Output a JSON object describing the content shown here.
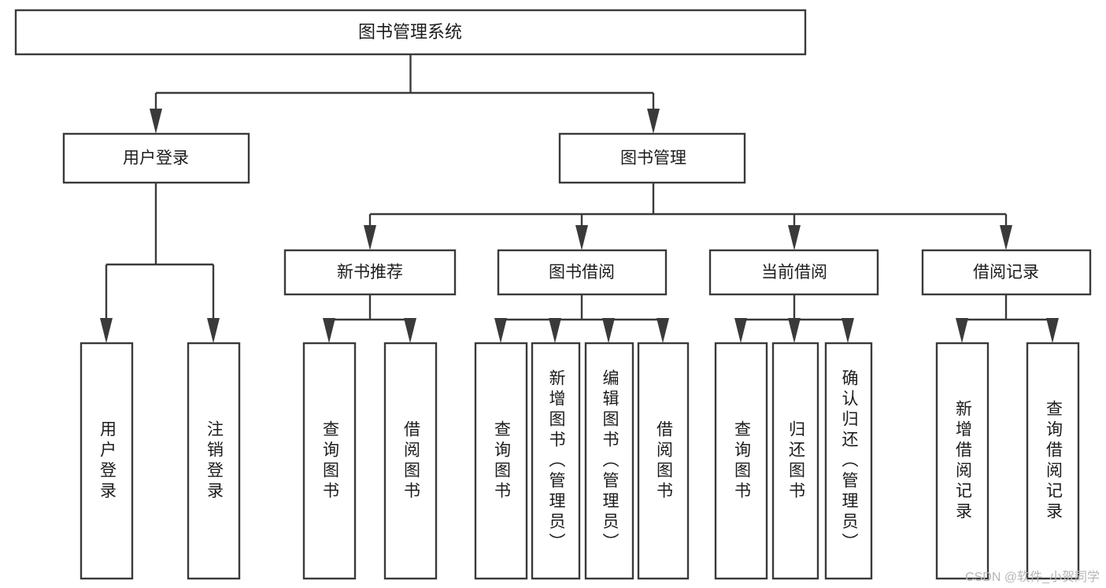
{
  "diagram": {
    "title_node": {
      "label": "图书管理系统"
    },
    "level2": [
      {
        "label": "用户登录"
      },
      {
        "label": "图书管理"
      }
    ],
    "level3": [
      {
        "label": "新书推荐"
      },
      {
        "label": "图书借阅"
      },
      {
        "label": "当前借阅"
      },
      {
        "label": "借阅记录"
      }
    ],
    "leaves": {
      "user_login": [
        {
          "label": "用户登录"
        },
        {
          "label": "注销登录"
        }
      ],
      "new_book": [
        {
          "label": "查询图书"
        },
        {
          "label": "借阅图书"
        }
      ],
      "book_borrow": [
        {
          "label": "查询图书"
        },
        {
          "label": "新增图书（管理员）"
        },
        {
          "label": "编辑图书（管理员）"
        },
        {
          "label": "借阅图书"
        }
      ],
      "current_borrow": [
        {
          "label": "查询图书"
        },
        {
          "label": "归还图书"
        },
        {
          "label": "确认归还（管理员）"
        }
      ],
      "borrow_record": [
        {
          "label": "新增借阅记录"
        },
        {
          "label": "查询借阅记录"
        }
      ]
    },
    "colors": {
      "box_fill": "#ffffff",
      "box_stroke": "#3a3a3a",
      "text": "#1c1c1c",
      "connector": "#3a3a3a",
      "watermark": "#b6b6b6"
    }
  },
  "watermark": {
    "text": "CSDN @软件_小贺同学"
  }
}
